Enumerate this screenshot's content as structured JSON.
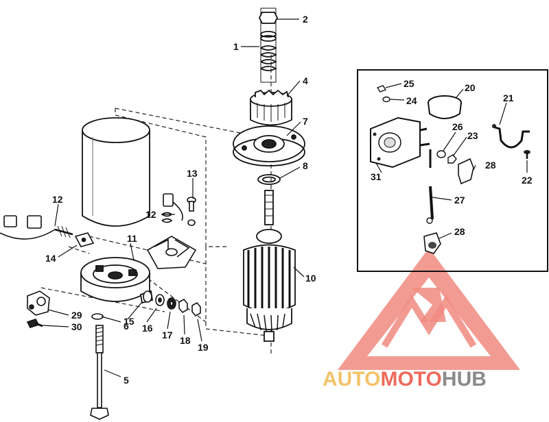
{
  "diagram": {
    "part_labels": [
      "1",
      "2",
      "4",
      "7",
      "8",
      "10",
      "13",
      "12",
      "11",
      "12",
      "14",
      "15",
      "16",
      "17",
      "18",
      "19",
      "29",
      "30",
      "6",
      "5",
      "25",
      "20",
      "24",
      "21",
      "26",
      "23",
      "28",
      "31",
      "22",
      "27",
      "28"
    ],
    "watermark": {
      "word_parts": [
        "AUTO",
        "MOTO",
        "HUB"
      ],
      "colors": {
        "auto": "#f3c36a",
        "moto": "#ee6a5c",
        "hub": "#8a8a8a",
        "logo_triangle": "#f08a80"
      }
    }
  }
}
